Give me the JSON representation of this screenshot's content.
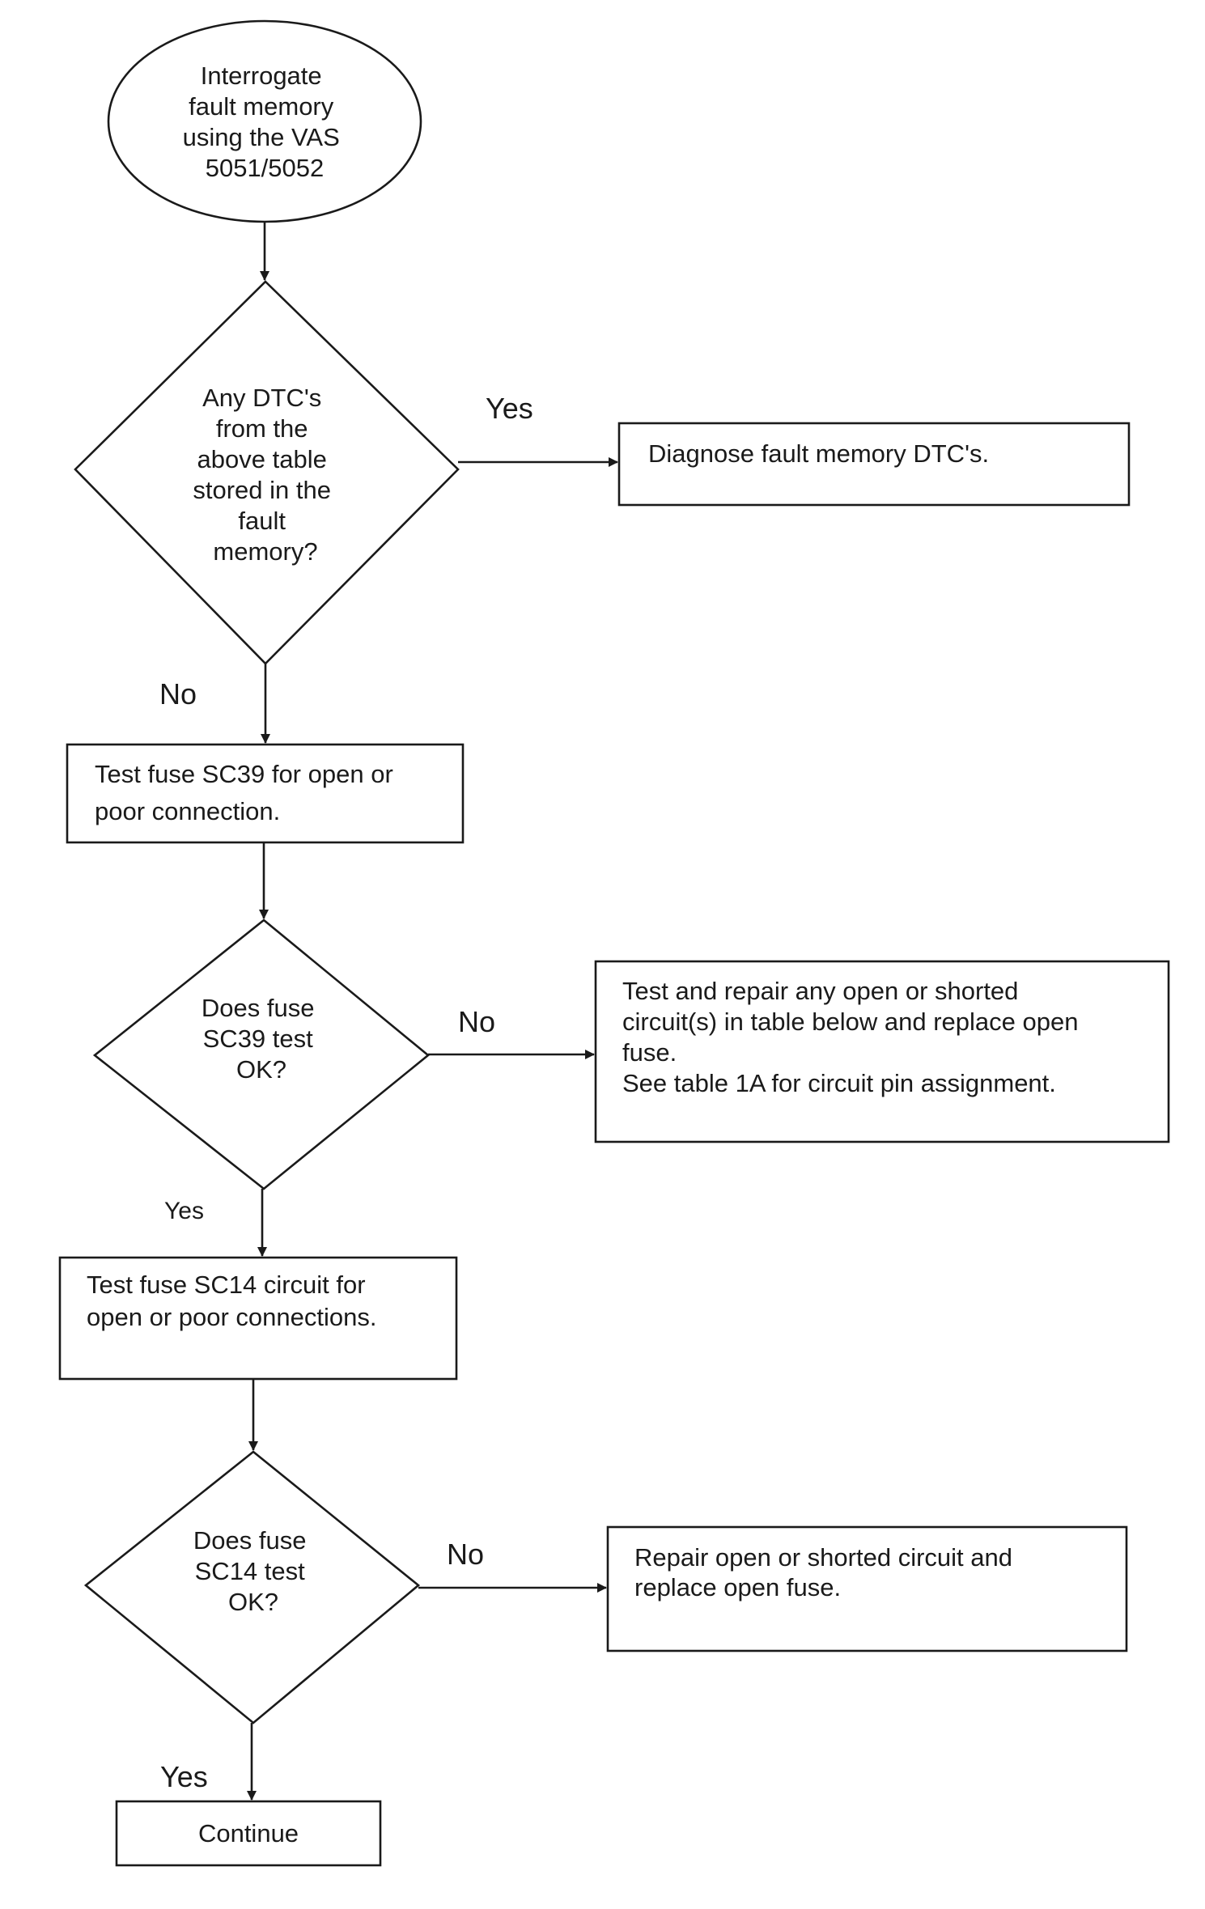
{
  "diagram": {
    "nodes": {
      "start": {
        "shape": "ellipse",
        "lines": [
          "Interrogate",
          "fault memory",
          "using the VAS",
          "5051/5052"
        ]
      },
      "q_dtc": {
        "shape": "diamond",
        "lines": [
          "Any DTC's",
          "from the",
          "above table",
          "stored in the",
          "fault",
          "memory?"
        ]
      },
      "diag_dtc": {
        "shape": "rect",
        "lines": [
          "Diagnose fault memory DTC's."
        ]
      },
      "test_sc39": {
        "shape": "rect",
        "lines": [
          "Test fuse SC39 for open or",
          "poor connection."
        ]
      },
      "q_sc39": {
        "shape": "diamond",
        "lines": [
          "Does fuse",
          "SC39 test",
          "OK?"
        ]
      },
      "repair_sc39": {
        "shape": "rect",
        "lines": [
          "Test and repair any open or shorted",
          "circuit(s) in table below and replace open",
          "fuse.",
          "See table 1A for circuit pin assignment."
        ]
      },
      "test_sc14": {
        "shape": "rect",
        "lines": [
          "Test fuse SC14 circuit for",
          "open or poor connections."
        ]
      },
      "q_sc14": {
        "shape": "diamond",
        "lines": [
          "Does fuse",
          "SC14  test",
          "OK?"
        ]
      },
      "repair_sc14": {
        "shape": "rect",
        "lines": [
          "Repair open or shorted circuit and",
          "replace open fuse."
        ]
      },
      "continue": {
        "shape": "rect",
        "lines": [
          "Continue"
        ]
      }
    },
    "edges": [
      {
        "from": "start",
        "to": "q_dtc",
        "label": ""
      },
      {
        "from": "q_dtc",
        "to": "diag_dtc",
        "label": "Yes"
      },
      {
        "from": "q_dtc",
        "to": "test_sc39",
        "label": "No"
      },
      {
        "from": "test_sc39",
        "to": "q_sc39",
        "label": ""
      },
      {
        "from": "q_sc39",
        "to": "repair_sc39",
        "label": "No"
      },
      {
        "from": "q_sc39",
        "to": "test_sc14",
        "label": "Yes"
      },
      {
        "from": "test_sc14",
        "to": "q_sc14",
        "label": ""
      },
      {
        "from": "q_sc14",
        "to": "repair_sc14",
        "label": "No"
      },
      {
        "from": "q_sc14",
        "to": "continue",
        "label": "Yes"
      }
    ]
  }
}
